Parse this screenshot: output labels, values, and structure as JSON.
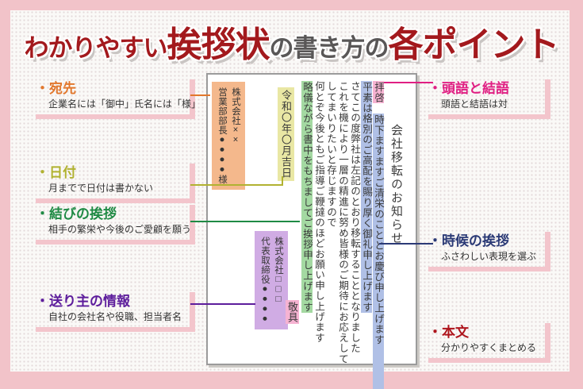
{
  "page_title": {
    "seg1": "わかりやすい",
    "seg2": "挨拶状",
    "seg3": "の書き方の",
    "seg4": "各ポイント"
  },
  "letter": {
    "doc_title": "会社移転のお知らせ",
    "opening": "拝啓",
    "opening_line": "時下ますますご清栄のこととお慶び申し上げます",
    "body": [
      "平素は格別のご高配を賜り厚く御礼申し上げます",
      "さてこの度弊社は左記のとおり移転することとなりました",
      "これを機により一層の精進に努め皆様のご期待にお応えして",
      "してまいりたいと存じますので",
      "何とぞ今後ともご指導ご鞭撻のほどお願い申し上げます"
    ],
    "closing_line": "略儀ながら書中をもちましてご挨拶申し上げます",
    "closing": "敬具",
    "date": "令和〇年〇月吉日",
    "addressee": {
      "company": "株式会社××",
      "person": "営業部部長●●●●様"
    },
    "sender": {
      "company": "株式会社□□□",
      "person": "代表取締役●●●●"
    }
  },
  "annotations": {
    "bullet": "・",
    "left": [
      {
        "title": "宛先",
        "subtitle": "企業名には「御中」氏名には「様」",
        "color": "#e2772c"
      },
      {
        "title": "日付",
        "subtitle": "月までで日付は書かない",
        "color": "#b1b231"
      },
      {
        "title": "結びの挨拶",
        "subtitle": "相手の繁栄や今後のご愛顧を願う",
        "color": "#1f8a44"
      },
      {
        "title": "送り主の情報",
        "subtitle": "自社の会社名や役職、担当者名",
        "color": "#5d1d9c"
      }
    ],
    "right": [
      {
        "title": "頭語と結語",
        "subtitle": "頭語と結語は対",
        "color": "#e01f83"
      },
      {
        "title": "時候の挨拶",
        "subtitle": "ふさわしい表現を選ぶ",
        "color": "#2b3a76"
      },
      {
        "title": "本文",
        "subtitle": "分かりやすくまとめる",
        "color": "#ae151d"
      }
    ]
  },
  "colors": {
    "frame_pink": "#f2c3c9",
    "panel_bg": "#faf9f7",
    "title_red": "#a3191d",
    "title_gray": "#595757",
    "highlight_pink": "#f6b3d2",
    "highlight_blue": "#b0c0e6",
    "highlight_green": "#a4d9a2",
    "highlight_yellow": "#e9e7a4",
    "highlight_orange": "#f4b88c",
    "highlight_purple": "#d0ace4",
    "note_bar_pink": "#f3c5cc"
  }
}
